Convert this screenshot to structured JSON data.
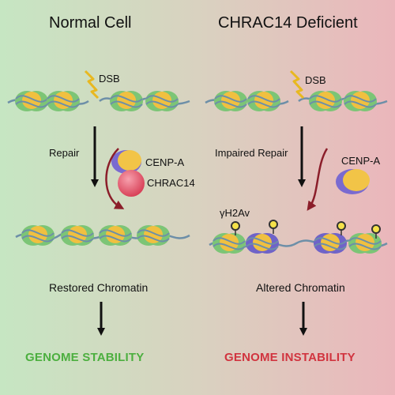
{
  "panels": {
    "left": {
      "title": "Normal Cell",
      "dsb": "DSB",
      "repair": "Repair",
      "protein_a": "CENP-A",
      "protein_b": "CHRAC14",
      "restored": "Restored Chromatin",
      "outcome": "GENOME STABILITY"
    },
    "right": {
      "title": "CHRAC14 Deficient",
      "dsb": "DSB",
      "repair": "Impaired Repair",
      "protein_a": "CENP-A",
      "marker": "γH2Av",
      "altered": "Altered Chromatin",
      "outcome": "GENOME INSTABILITY"
    }
  },
  "colors": {
    "left_bg": "#c9e4c4",
    "right_bg": "#e9b9bd",
    "stability": "#4caf3f",
    "instability": "#d1343f",
    "histone_green": "#7cc576",
    "histone_yellow": "#f0c040",
    "cenpa_blue": "#6f63c8",
    "dna": "#6d8fa8",
    "chrac14": "#e0556a",
    "repair_arrow": "#8b1e2a"
  }
}
